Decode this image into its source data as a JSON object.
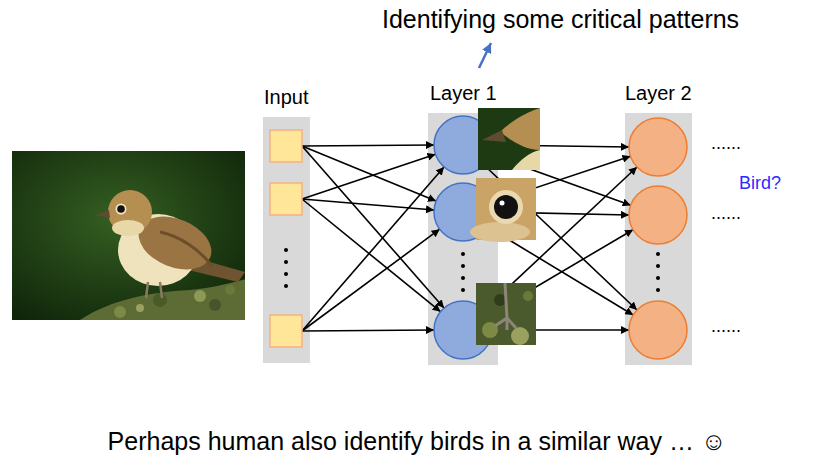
{
  "diagram": {
    "caption": "Perhaps human also identify birds in a similar way … ☺",
    "nodes": [
      {
        "text": [
          "Input"
        ]
      },
      {
        "text": [
          "Layer 1"
        ]
      },
      {
        "text": [
          "Layer 2"
        ]
      }
    ],
    "labels": [
      "Identifying some critical patterns",
      "......",
      "......",
      "......",
      "Bird?"
    ]
  }
}
